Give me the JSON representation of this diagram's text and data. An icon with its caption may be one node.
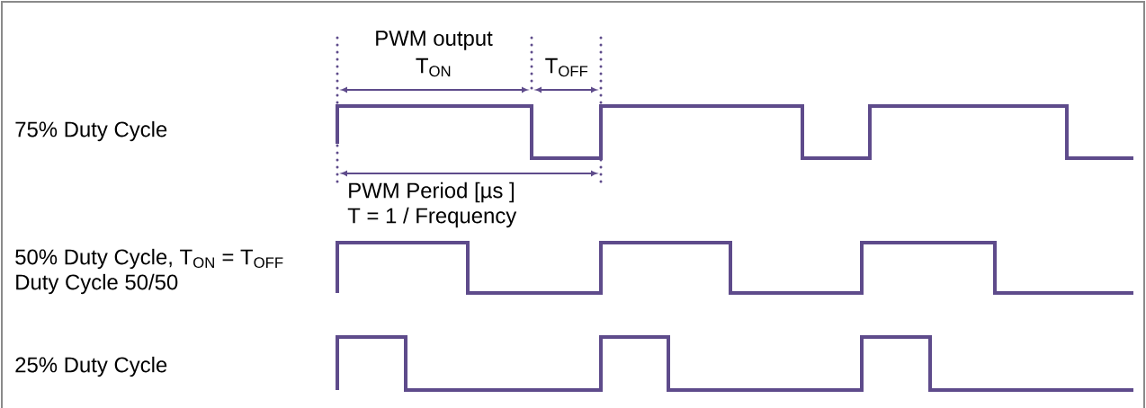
{
  "diagram": {
    "labels": [
      "PWM output",
      "T$_{ON}$",
      "T$_{OFF}$",
      "75% Duty Cycle",
      "PWM Period [µs ]",
      "T = 1 / Frequency",
      "50% Duty Cycle, T$_{ON}$ = T$_{OFF}$",
      "Duty Cycle 50/50",
      "25% Duty Cycle"
    ]
  }
}
